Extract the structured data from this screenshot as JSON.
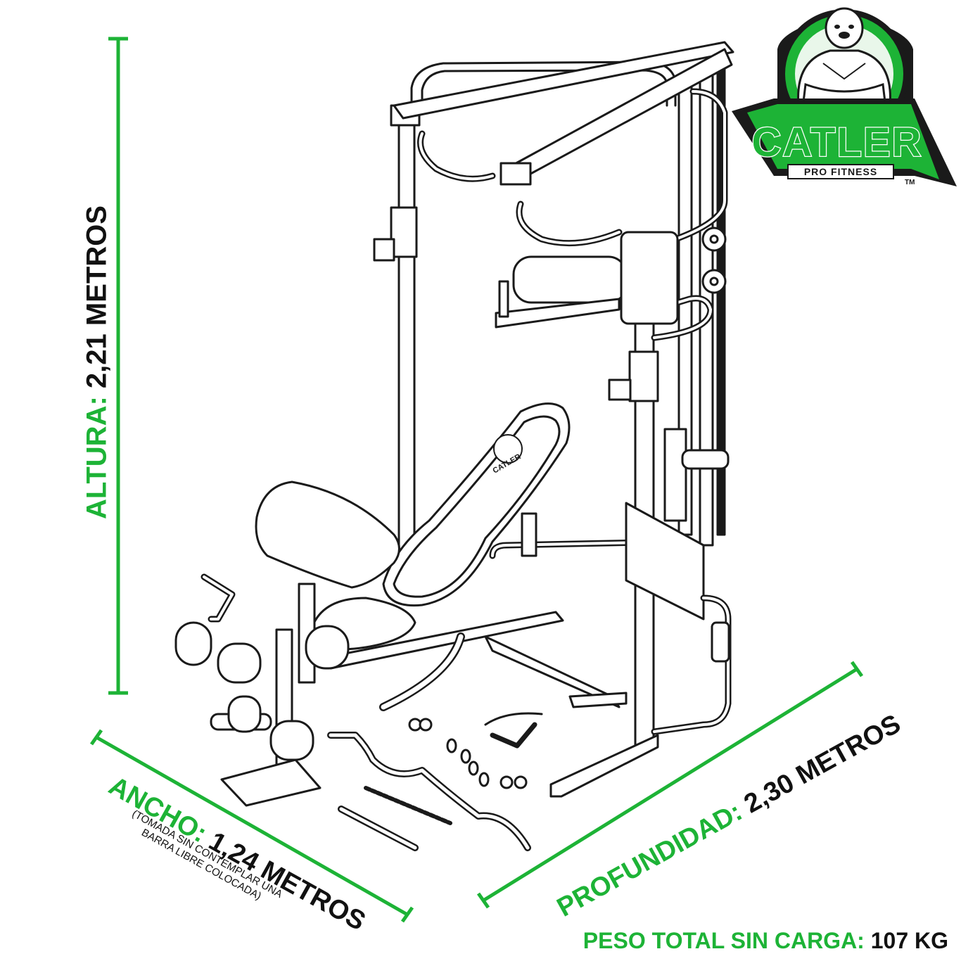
{
  "brand": {
    "name": "CATLER",
    "tagline": "PRO FITNESS",
    "trademark": "TM",
    "bench_pad_logo": "CATLER"
  },
  "colors": {
    "accent": "#1db336",
    "line": "#1a1a1a",
    "text": "#111111"
  },
  "dimensions": {
    "height": {
      "label": "ALTURA:",
      "value": "2,21 METROS"
    },
    "width": {
      "label": "ANCHO:",
      "value": "1,24 METROS",
      "note_line1": "(TOMADA SIN CONTEMPLAR UNA",
      "note_line2": "BARRA LIBRE COLOCADA)"
    },
    "depth": {
      "label": "PROFUNDIDAD:",
      "value": "2,30 METROS"
    }
  },
  "weight": {
    "label": "PESO TOTAL SIN CARGA:",
    "value": "107 KG"
  }
}
